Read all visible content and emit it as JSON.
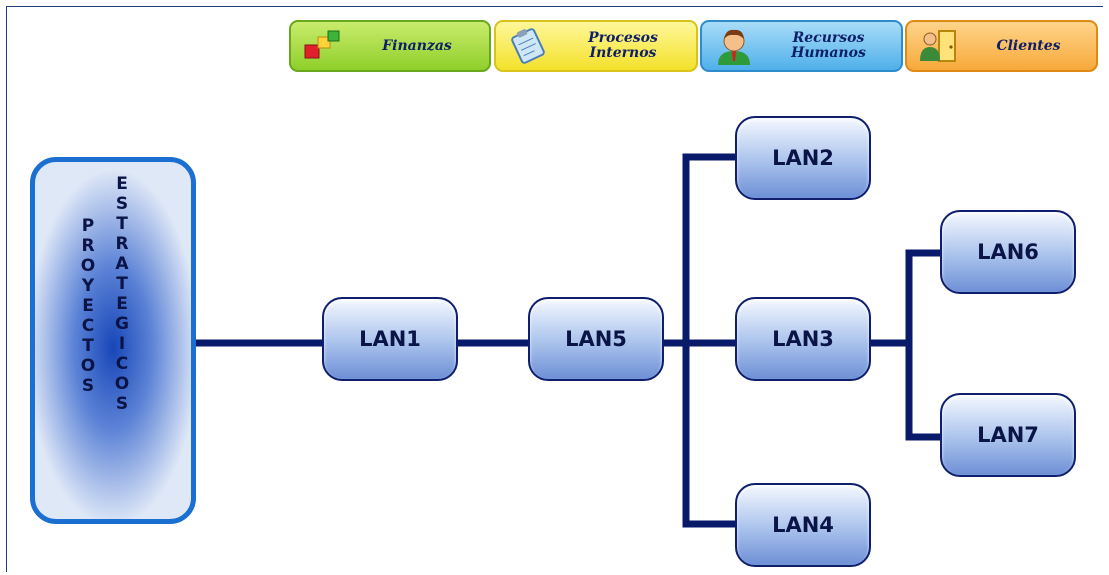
{
  "header": {
    "tabs": [
      {
        "label": "Finanzas",
        "icon": "cubes-icon",
        "color": "#9ad83a"
      },
      {
        "label": "Procesos\nInternos",
        "icon": "clipboard-icon",
        "color": "#f6e93c"
      },
      {
        "label": "Recursos\nHumanos",
        "icon": "person-icon",
        "color": "#5ab8ee"
      },
      {
        "label": "Clientes",
        "icon": "door-icon",
        "color": "#f8b64a"
      }
    ]
  },
  "diagram": {
    "root_left": [
      "P",
      "R",
      "O",
      "Y",
      "E",
      "C",
      "T",
      "O",
      "S"
    ],
    "root_right": [
      "E",
      "S",
      "T",
      "R",
      "A",
      "T",
      "E",
      "G",
      "I",
      "C",
      "O",
      "S"
    ],
    "nodes": {
      "lan1": "LAN1",
      "lan5": "LAN5",
      "lan2": "LAN2",
      "lan3": "LAN3",
      "lan4": "LAN4",
      "lan6": "LAN6",
      "lan7": "LAN7"
    },
    "line_color": "#0a1a6b"
  }
}
